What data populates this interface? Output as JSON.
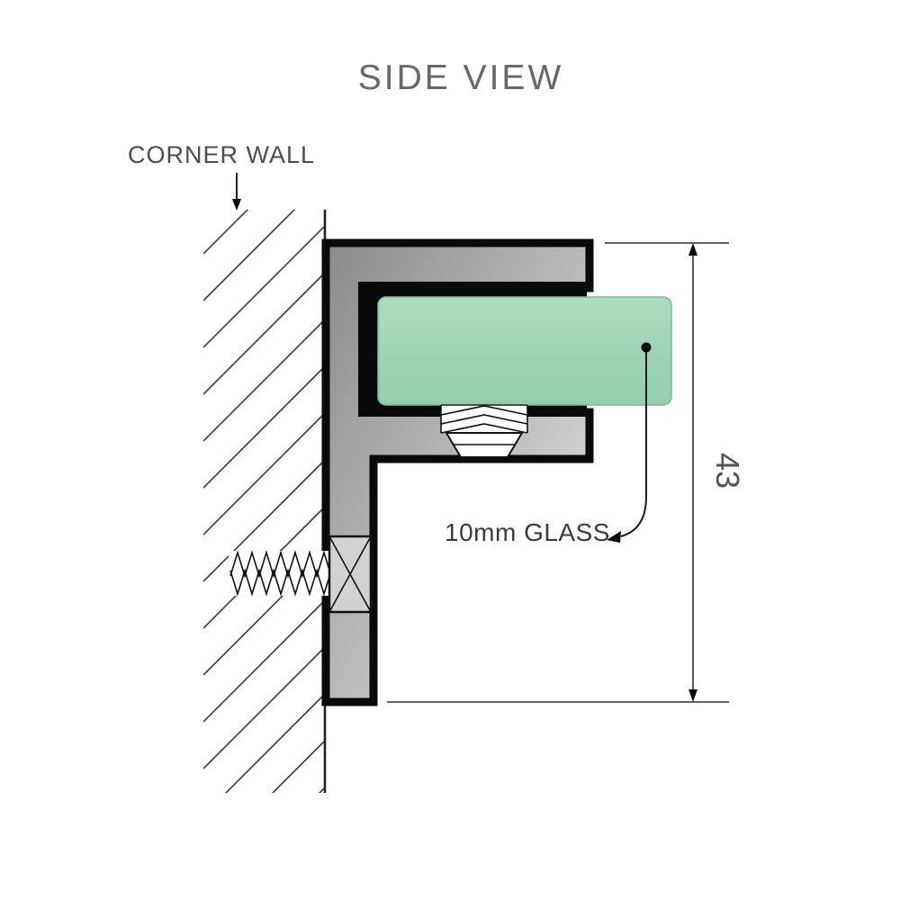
{
  "title": "SIDE VIEW",
  "annotations": {
    "wall_label": "CORNER WALL",
    "glass_label": "10mm GLASS",
    "dimension_value": "43"
  },
  "colors": {
    "background": "#ffffff",
    "text": "#686868",
    "label_text": "#3c3c3c",
    "outline": "#0a0a0a",
    "line": "#2e2e2e",
    "glass_top": "#abdcc0",
    "glass_bottom": "#95ccae",
    "glass_edge": "#7fb89b",
    "bracket_dark": "#8a8a8a",
    "bracket_light": "#e8e8e8",
    "screw_fill": "#d2d2d2",
    "white": "#ffffff"
  }
}
